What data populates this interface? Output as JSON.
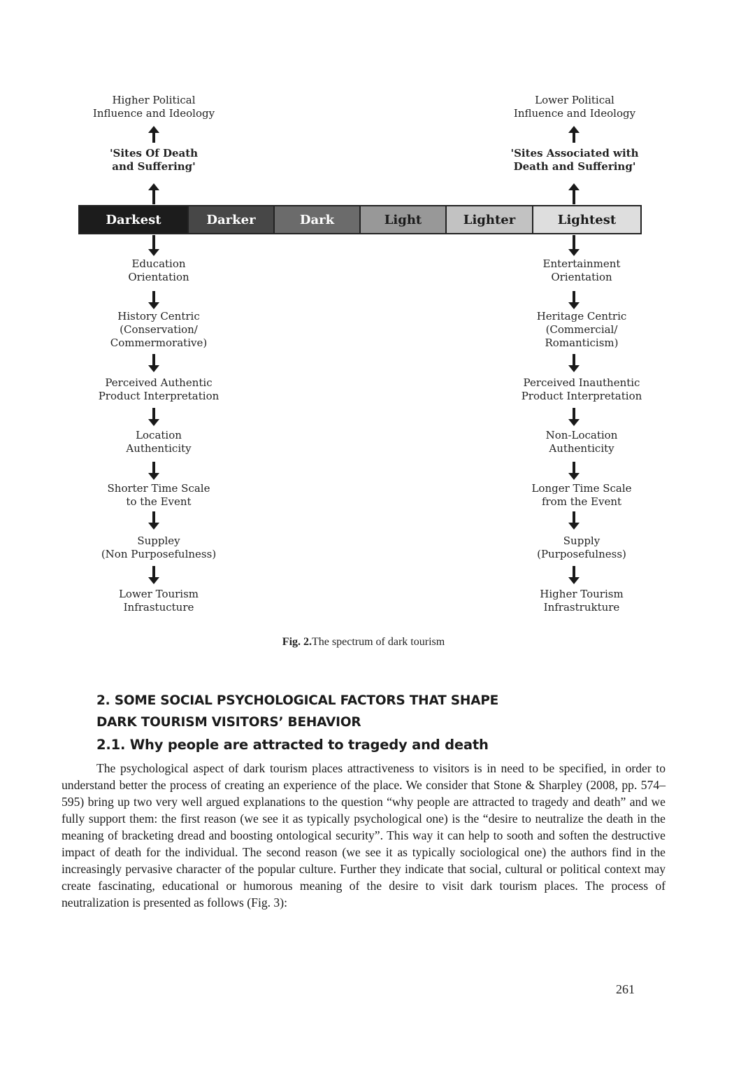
{
  "figure": {
    "bar": [
      {
        "label": "Darkest",
        "bg": "#1c1c1c",
        "fg": "#ffffff"
      },
      {
        "label": "Darker",
        "bg": "#474747",
        "fg": "#ffffff"
      },
      {
        "label": "Dark",
        "bg": "#6b6b6b",
        "fg": "#ffffff"
      },
      {
        "label": "Light",
        "bg": "#989898",
        "fg": "#1a1a1a"
      },
      {
        "label": "Lighter",
        "bg": "#c2c2c2",
        "fg": "#1a1a1a"
      },
      {
        "label": "Lightest",
        "bg": "#dedede",
        "fg": "#1a1a1a"
      }
    ],
    "left_top": {
      "influence": "Higher Political\nInfluence and Ideology",
      "sites": "'Sites Of Death\nand Suffering'"
    },
    "right_top": {
      "influence": "Lower Political\nInfluence and Ideology",
      "sites": "'Sites Associated with\nDeath and Suffering'"
    },
    "left_chain": [
      "Education\nOrientation",
      "History Centric\n(Conservation/\nCommermorative)",
      "Perceived Authentic\nProduct Interpretation",
      "Location\nAuthenticity",
      "Shorter Time Scale\nto the Event",
      "Suppley\n(Non Purposefulness)",
      "Lower Tourism\nInfrastucture"
    ],
    "right_chain": [
      "Entertainment\nOrientation",
      "Heritage Centric\n(Commercial/\nRomanticism)",
      "Perceived Inauthentic\nProduct Interpretation",
      "Non-Location\nAuthenticity",
      "Longer Time Scale\nfrom the Event",
      "Supply\n(Purposefulness)",
      "Higher Tourism\nInfrastrukture"
    ],
    "caption_number": "Fig. 2.",
    "caption_text": "The spectrum of dark tourism"
  },
  "section": {
    "heading_line1": "2. SOME SOCIAL PSYCHOLOGICAL FACTORS THAT SHAPE",
    "heading_line2": "DARK TOURISM VISITORS’ BEHAVIOR",
    "subheading": "2.1. Why people are attracted to tragedy and death",
    "paragraph": "The psychological aspect of dark tourism places attractiveness to visitors is in need to be specified, in order to understand better the process of creating an experience of the place. We consider that Stone & Sharpley (2008, pp. 574–595) bring up two very well argued explanations to the question “why people are attracted to tragedy and death” and we fully support them: the first reason (we see it as typically psychological one) is the “desire to neutralize the death in the meaning of bracketing dread and boosting ontological security”. This way it can help to sooth and soften the destructive impact of death for the individual. The second reason (we see it as typically sociological one) the authors find in the increasingly pervasive character of the popular culture. Further they indicate that social, cultural or political context may create fascinating, educational or humorous meaning of the desire to visit dark tourism places. The process of neutralization is presented as follows (Fig. 3):"
  },
  "page_number": "261"
}
